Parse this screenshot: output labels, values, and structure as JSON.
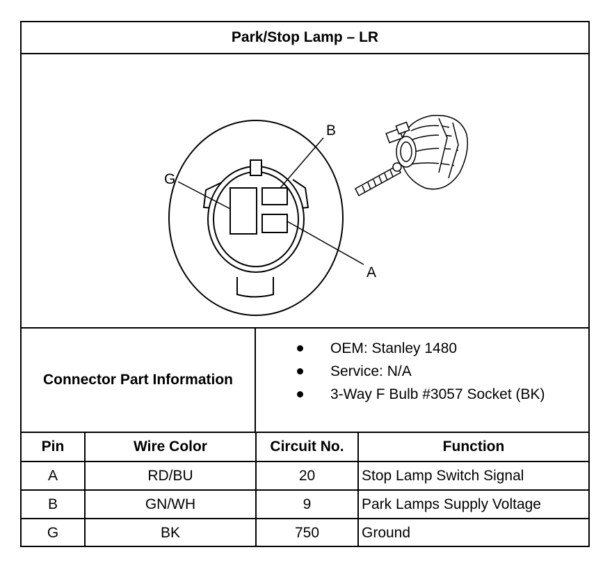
{
  "title": "Park/Stop Lamp – LR",
  "diagram": {
    "labels": {
      "a": "A",
      "b": "B",
      "g": "G"
    }
  },
  "connector": {
    "label": "Connector Part Information",
    "items": [
      "OEM: Stanley 1480",
      "Service: N/A",
      "3-Way F Bulb #3057 Socket (BK)"
    ]
  },
  "table": {
    "headers": {
      "pin": "Pin",
      "wire_color": "Wire Color",
      "circuit": "Circuit No.",
      "function": "Function"
    },
    "rows": [
      {
        "pin": "A",
        "wire_color": "RD/BU",
        "circuit": "20",
        "function": "Stop Lamp Switch Signal"
      },
      {
        "pin": "B",
        "wire_color": "GN/WH",
        "circuit": "9",
        "function": "Park Lamps Supply Voltage"
      },
      {
        "pin": "G",
        "wire_color": "BK",
        "circuit": "750",
        "function": "Ground"
      }
    ]
  }
}
